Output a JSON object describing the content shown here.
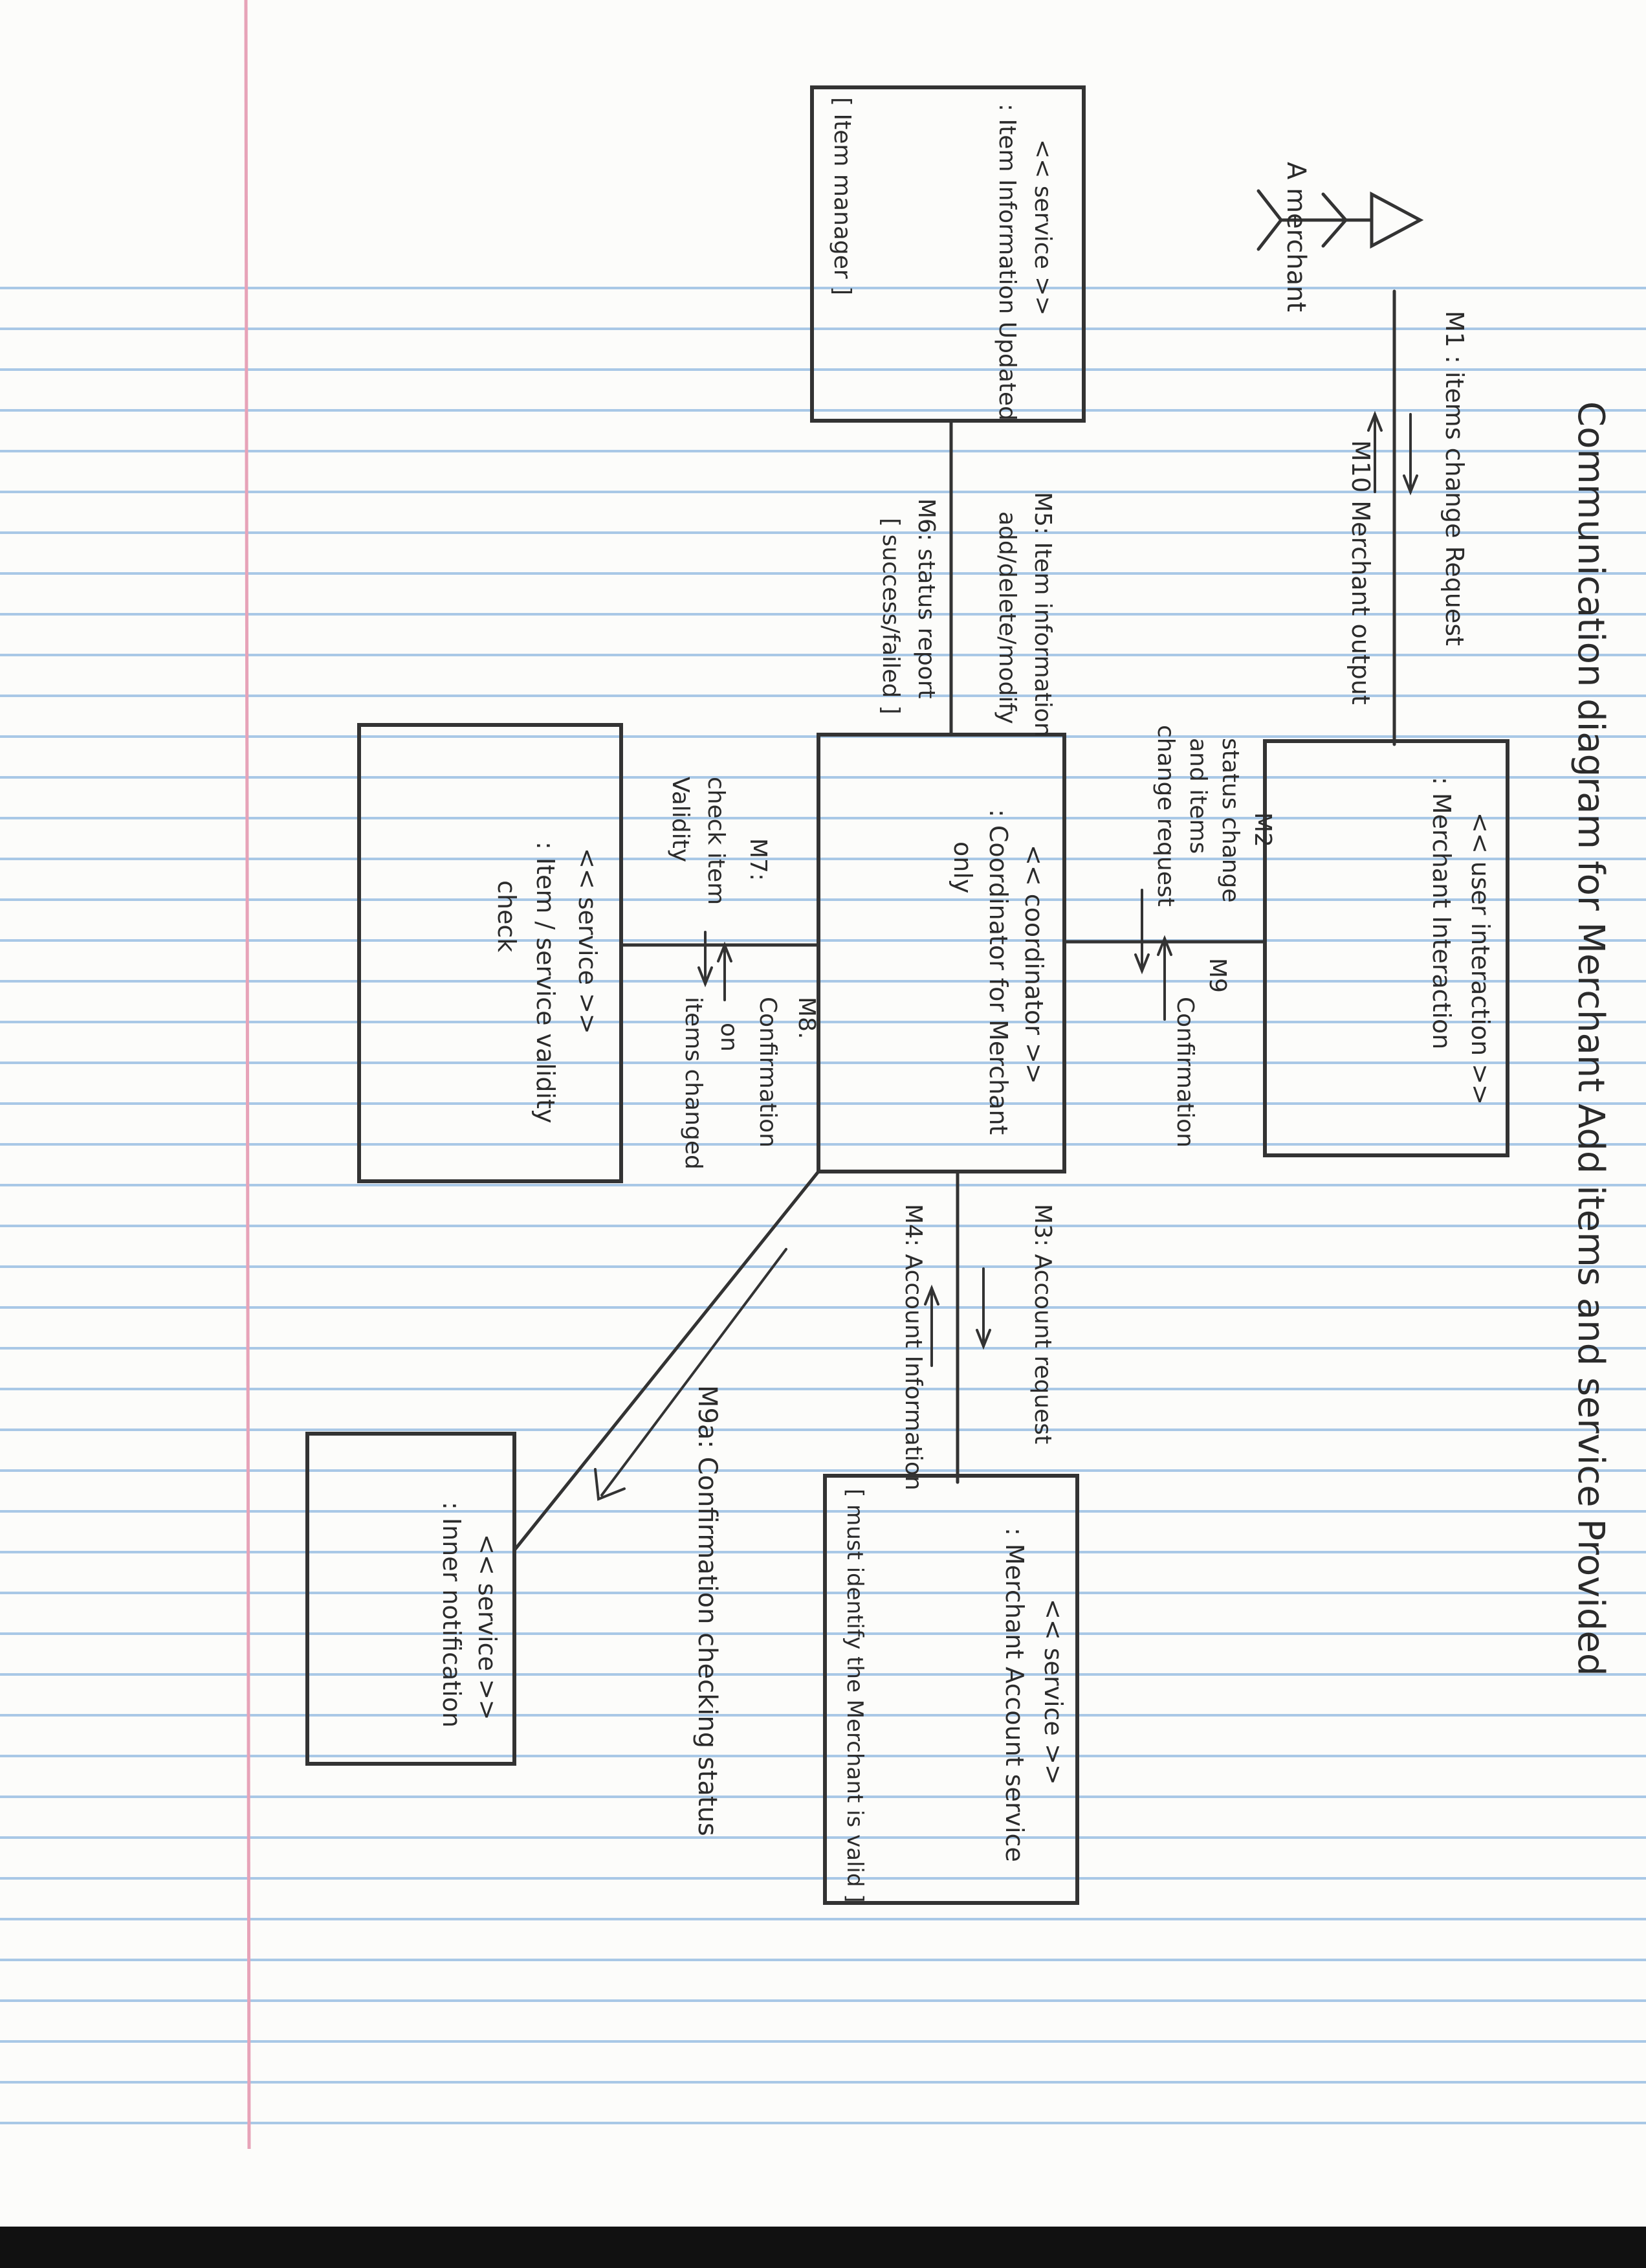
{
  "diagram": {
    "title": "Communication diagram for Merchant Add items and service Provided",
    "actor": {
      "label": "A merchant"
    },
    "objects": {
      "merchant_interaction": {
        "stereotype": "<< user interaction >>",
        "name": ": Merchant Interaction"
      },
      "coordinator": {
        "stereotype": "<< coordinator >>",
        "name": ": Coordinator for Merchant",
        "name2": "only"
      },
      "item_info_update": {
        "stereotype": "<< service >>",
        "name": ": Item Information Updated",
        "note": "[ Item manager ]"
      },
      "validity_check": {
        "stereotype": "<< service >>",
        "name": ": Item / service validity",
        "name2": "check"
      },
      "account_service": {
        "stereotype": "<< service >>",
        "name": ": Merchant Account service",
        "note": "[ must identify the Merchant is valid ]"
      },
      "inner_notification": {
        "stereotype": "<< service >>",
        "name": ": Inner notification"
      }
    },
    "messages": {
      "m1": "M1 : items change Request",
      "m10": "M10 Merchant output",
      "m2_lines": [
        "M2",
        "status change",
        "and items",
        "change request"
      ],
      "m9_lines": [
        "M9",
        "Confirmation"
      ],
      "m3": "M3: Account request",
      "m4": "M4: Account Information",
      "m5_lines": [
        "M5: Item information",
        "add/delete/modify"
      ],
      "m6_lines": [
        "M6: status report",
        "[ success/failed ]"
      ],
      "m7_lines": [
        "M7:",
        "check item",
        "Validity"
      ],
      "m8_lines": [
        "M8.",
        "Confirmation",
        "on",
        "items changed"
      ],
      "m9a": "M9a: Confirmation checking status"
    }
  }
}
